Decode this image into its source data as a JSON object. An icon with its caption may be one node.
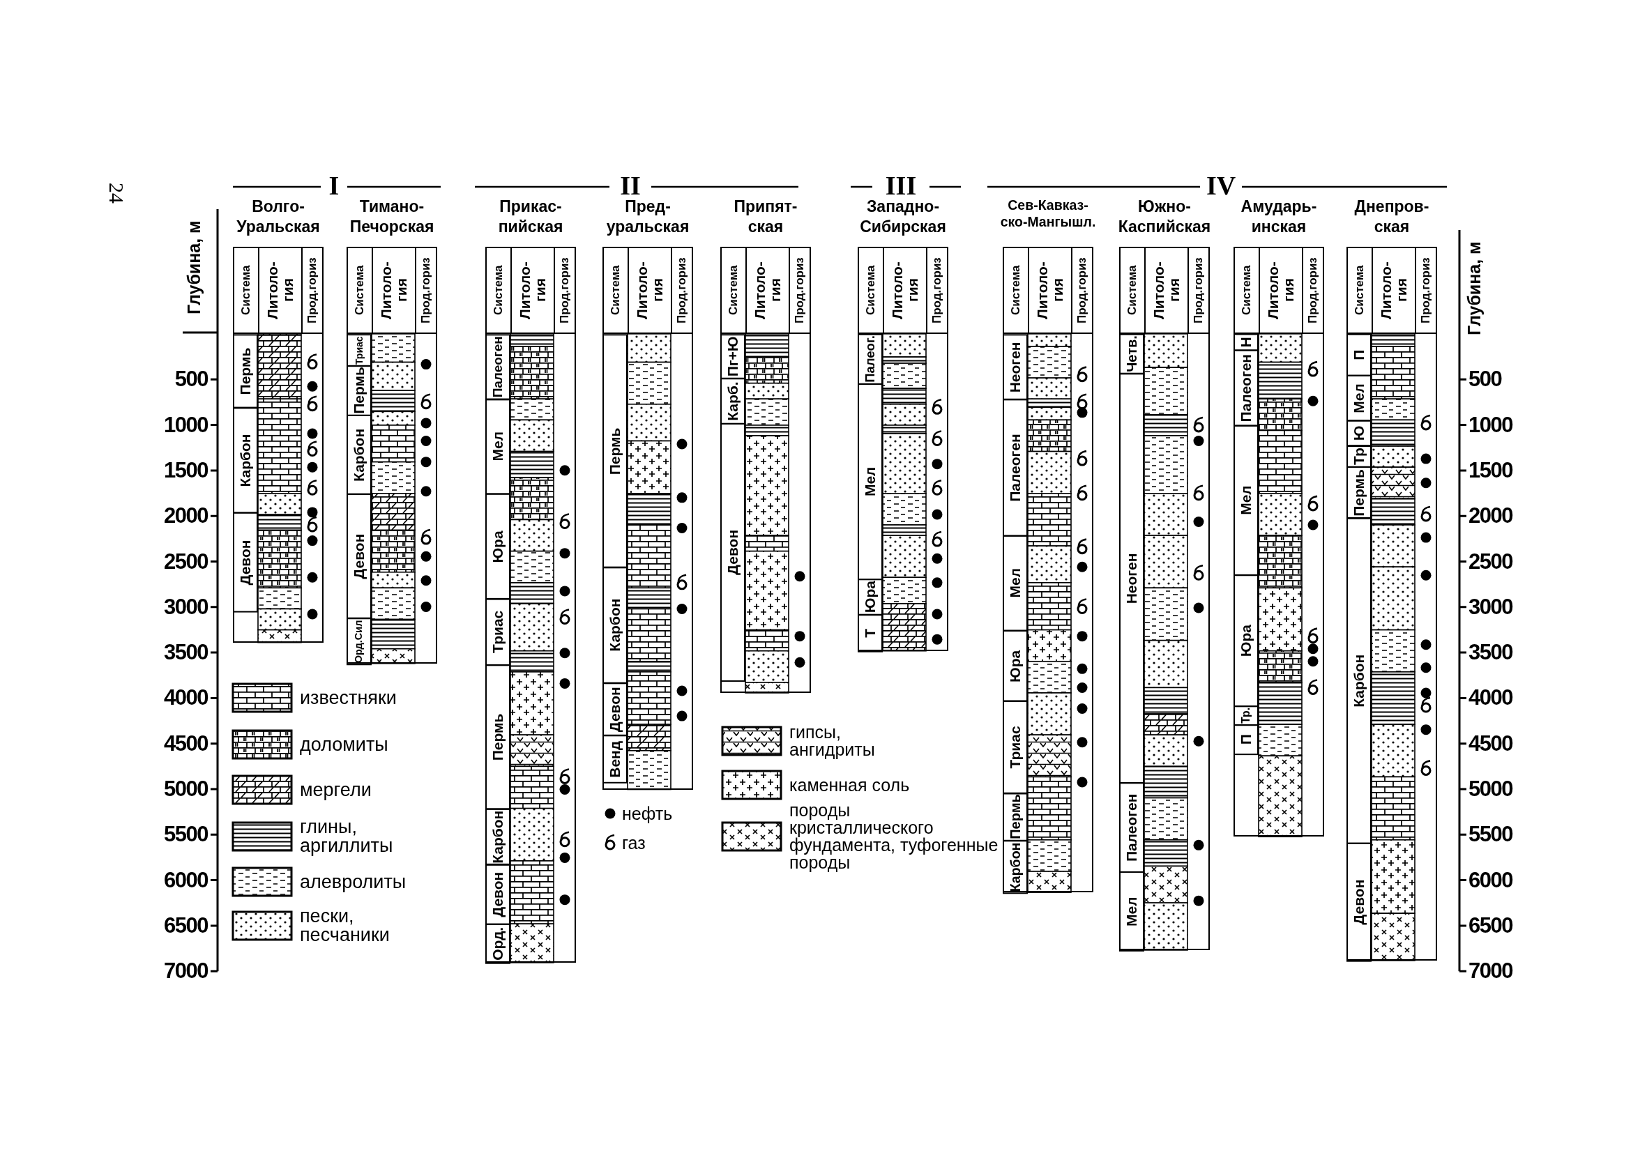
{
  "diagram": {
    "nodes": [
      {
        "text": [
          "Волго- Уральская"
        ]
      },
      {
        "text": [
          "Система"
        ],
        "in": 0
      },
      {
        "text": [
          "Литоло- гия"
        ],
        "in": 0
      },
      {
        "text": [
          "Прод.гориз"
        ],
        "in": 0
      },
      {
        "text": [
          "Пермь"
        ],
        "in": 0
      },
      {
        "text": [
          "Карбон"
        ],
        "in": 0
      },
      {
        "text": [
          "Девон"
        ],
        "in": 0
      },
      {
        "text": [
          "Тимано- Печорская"
        ]
      },
      {
        "text": [
          "Система"
        ],
        "in": 7
      },
      {
        "text": [
          "Литоло- гия"
        ],
        "in": 7
      },
      {
        "text": [
          "Прод.гориз"
        ],
        "in": 7
      },
      {
        "text": [
          "Триас"
        ],
        "in": 7
      },
      {
        "text": [
          "Пермь"
        ],
        "in": 7
      },
      {
        "text": [
          "Карбон"
        ],
        "in": 7
      },
      {
        "text": [
          "Девон"
        ],
        "in": 7
      },
      {
        "text": [
          "Орд.Сил"
        ],
        "in": 7
      },
      {
        "text": [
          "Прикас- пийская"
        ]
      },
      {
        "text": [
          "Система"
        ],
        "in": 16
      },
      {
        "text": [
          "Литоло- гия"
        ],
        "in": 16
      },
      {
        "text": [
          "Прод.гориз"
        ],
        "in": 16
      },
      {
        "text": [
          "Палеоген"
        ],
        "in": 16
      },
      {
        "text": [
          "Мел"
        ],
        "in": 16
      },
      {
        "text": [
          "Юра"
        ],
        "in": 16
      },
      {
        "text": [
          "Триас"
        ],
        "in": 16
      },
      {
        "text": [
          "Пермь"
        ],
        "in": 16
      },
      {
        "text": [
          "Карбон"
        ],
        "in": 16
      },
      {
        "text": [
          "Девон"
        ],
        "in": 16
      },
      {
        "text": [
          "Орд."
        ],
        "in": 16
      },
      {
        "text": [
          "Пред- уральская"
        ]
      },
      {
        "text": [
          "Система"
        ],
        "in": 28
      },
      {
        "text": [
          "Литоло- гия"
        ],
        "in": 28
      },
      {
        "text": [
          "Прод.гориз"
        ],
        "in": 28
      },
      {
        "text": [
          "Пермь"
        ],
        "in": 28
      },
      {
        "text": [
          "Карбон"
        ],
        "in": 28
      },
      {
        "text": [
          "Девон"
        ],
        "in": 28
      },
      {
        "text": [
          "Венд"
        ],
        "in": 28
      },
      {
        "text": [
          "Припят- ская"
        ]
      },
      {
        "text": [
          "Система"
        ],
        "in": 36
      },
      {
        "text": [
          "Литоло- гия"
        ],
        "in": 36
      },
      {
        "text": [
          "Прод.гориз"
        ],
        "in": 36
      },
      {
        "text": [
          "Пг+Ю"
        ],
        "in": 36
      },
      {
        "text": [
          "Карб."
        ],
        "in": 36
      },
      {
        "text": [
          "Девон"
        ],
        "in": 36
      },
      {
        "text": [
          "Западно- Сибирская"
        ]
      },
      {
        "text": [
          "Система"
        ],
        "in": 43
      },
      {
        "text": [
          "Литоло- гия"
        ],
        "in": 43
      },
      {
        "text": [
          "Прод.гориз"
        ],
        "in": 43
      },
      {
        "text": [
          "Палеог."
        ],
        "in": 43
      },
      {
        "text": [
          "Мел"
        ],
        "in": 43
      },
      {
        "text": [
          "Юра"
        ],
        "in": 43
      },
      {
        "text": [
          "Т"
        ],
        "in": 43
      },
      {
        "text": [
          "Сев-Кавказ- ско-Мангышл."
        ]
      },
      {
        "text": [
          "Система"
        ],
        "in": 51
      },
      {
        "text": [
          "Литоло- гия"
        ],
        "in": 51
      },
      {
        "text": [
          "Прод.гориз"
        ],
        "in": 51
      },
      {
        "text": [
          "Неоген"
        ],
        "in": 51
      },
      {
        "text": [
          "Палеоген"
        ],
        "in": 51
      },
      {
        "text": [
          "Мел"
        ],
        "in": 51
      },
      {
        "text": [
          "Юра"
        ],
        "in": 51
      },
      {
        "text": [
          "Триас"
        ],
        "in": 51
      },
      {
        "text": [
          "Пермь"
        ],
        "in": 51
      },
      {
        "text": [
          "Карбон"
        ],
        "in": 51
      },
      {
        "text": [
          "Южно- Каспийская"
        ]
      },
      {
        "text": [
          "Система"
        ],
        "in": 62
      },
      {
        "text": [
          "Литоло- гия"
        ],
        "in": 62
      },
      {
        "text": [
          "Прод.гориз"
        ],
        "in": 62
      },
      {
        "text": [
          "Четв."
        ],
        "in": 62
      },
      {
        "text": [
          "Неоген"
        ],
        "in": 62
      },
      {
        "text": [
          "Палеоген"
        ],
        "in": 62
      },
      {
        "text": [
          "Мел"
        ],
        "in": 62
      },
      {
        "text": [
          "Амударь- инская"
        ]
      },
      {
        "text": [
          "Система"
        ],
        "in": 70
      },
      {
        "text": [
          "Литоло- гия"
        ],
        "in": 70
      },
      {
        "text": [
          "Прод.гориз"
        ],
        "in": 70
      },
      {
        "text": [
          "Н"
        ],
        "in": 70
      },
      {
        "text": [
          "Палеоген"
        ],
        "in": 70
      },
      {
        "text": [
          "Мел"
        ],
        "in": 70
      },
      {
        "text": [
          "Юра"
        ],
        "in": 70
      },
      {
        "text": [
          "Тр."
        ],
        "in": 70
      },
      {
        "text": [
          "П"
        ],
        "in": 70
      },
      {
        "text": [
          "Днепров- ская"
        ]
      },
      {
        "text": [
          "Система"
        ],
        "in": 80
      },
      {
        "text": [
          "Литоло- гия"
        ],
        "in": 80
      },
      {
        "text": [
          "Прод.гориз"
        ],
        "in": 80
      },
      {
        "text": [
          "П"
        ],
        "in": 80
      },
      {
        "text": [
          "Мел"
        ],
        "in": 80
      },
      {
        "text": [
          "Ю"
        ],
        "in": 80
      },
      {
        "text": [
          "Тр"
        ],
        "in": 80
      },
      {
        "text": [
          "Пермь"
        ],
        "in": 80
      },
      {
        "text": [
          "Карбон"
        ],
        "in": 80
      },
      {
        "text": [
          "Девон"
        ],
        "in": 80
      }
    ],
    "labels": [
      "24",
      "I",
      "II",
      "III",
      "IV",
      "Глубина, м",
      "500",
      "1000",
      "1500",
      "2000",
      "2500",
      "3000",
      "3500",
      "4000",
      "4500",
      "5000",
      "5500",
      "6000",
      "6500",
      "7000",
      "Глубина, м",
      "500",
      "1000",
      "1500",
      "2000",
      "2500",
      "3000",
      "3500",
      "4000",
      "4500",
      "5000",
      "5500",
      "6000",
      "6500",
      "7000"
    ],
    "legend": [
      {
        "text": "известняки"
      },
      {
        "text": "доломиты"
      },
      {
        "text": "мергели"
      },
      {
        "text": "глины, аргиллиты"
      },
      {
        "text": "алевролиты"
      },
      {
        "text": "пески, песчаники"
      },
      {
        "text": "нефть"
      },
      {
        "text": "газ"
      },
      {
        "text": "гипсы, ангидриты"
      },
      {
        "text": "каменная соль"
      },
      {
        "text": "породы кристаллического фундамента, туфогенные породы"
      }
    ]
  }
}
